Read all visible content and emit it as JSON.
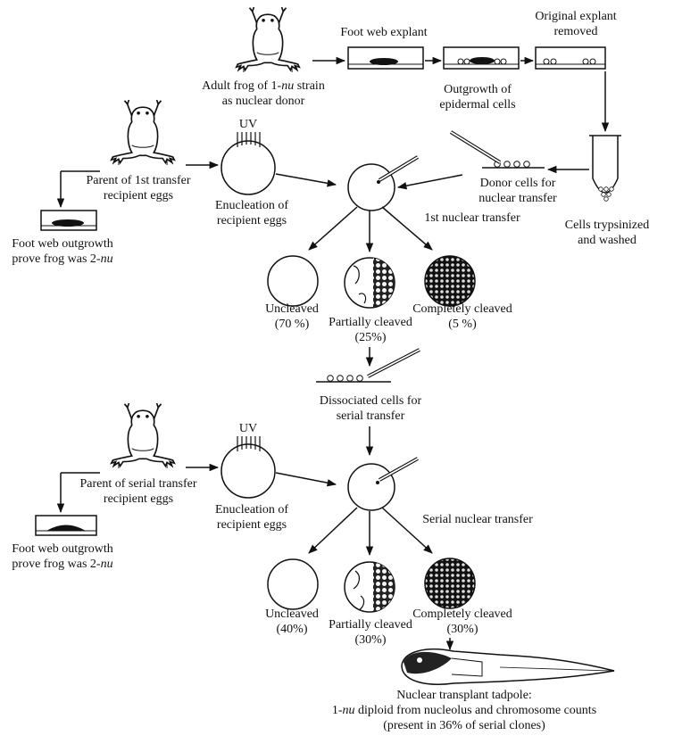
{
  "labels": {
    "foot_web_explant": "Foot web explant",
    "original_explant_l1": "Original explant",
    "original_explant_l2": "removed",
    "adult_frog_l1_pre": "Adult frog of 1-",
    "adult_frog_l1_italic": "nu",
    "adult_frog_l1_post": " strain",
    "adult_frog_l2": "as nuclear donor",
    "outgrowth_l1": "Outgrowth of",
    "outgrowth_l2": "epidermal cells",
    "uv_1": "UV",
    "uv_2": "UV",
    "parent1_l1": "Parent of 1st transfer",
    "parent1_l2": "recipient eggs",
    "enucleation1_l1": "Enucleation of",
    "enucleation1_l2": "recipient eggs",
    "donor_cells_l1": "Donor cells for",
    "donor_cells_l2": "nuclear transfer",
    "first_transfer": "1st nuclear transfer",
    "trypsinized_l1": "Cells trypsinized",
    "trypsinized_l2": "and washed",
    "footweb1_l1": "Foot web outgrowth",
    "footweb1_l2_pre": "prove frog was 2-",
    "footweb1_l2_italic": "nu",
    "uncleaved1_l1": "Uncleaved",
    "uncleaved1_l2": "(70 %)",
    "partial1_l1": "Partially cleaved",
    "partial1_l2": "(25%)",
    "complete1_l1": "Completely cleaved",
    "complete1_l2": "(5 %)",
    "dissociated_l1": "Dissociated cells for",
    "dissociated_l2": "serial transfer",
    "parent2_l1": "Parent of serial transfer",
    "parent2_l2": "recipient eggs",
    "enucleation2_l1": "Enucleation of",
    "enucleation2_l2": "recipient eggs",
    "serial_transfer": "Serial nuclear transfer",
    "footweb2_l1": "Foot web outgrowth",
    "footweb2_l2_pre": "prove frog was 2-",
    "footweb2_l2_italic": "nu",
    "uncleaved2_l1": "Uncleaved",
    "uncleaved2_l2": "(40%)",
    "partial2_l1": "Partially cleaved",
    "partial2_l2": "(30%)",
    "complete2_l1": "Completely cleaved",
    "complete2_l2": "(30%)",
    "tadpole_l1": "Nuclear transplant tadpole:",
    "tadpole_l2_pre": "1-",
    "tadpole_l2_italic": "nu",
    "tadpole_l2_post": " diploid from nucleolus and chromosome counts",
    "tadpole_l3": "(present in 36% of serial clones)"
  }
}
